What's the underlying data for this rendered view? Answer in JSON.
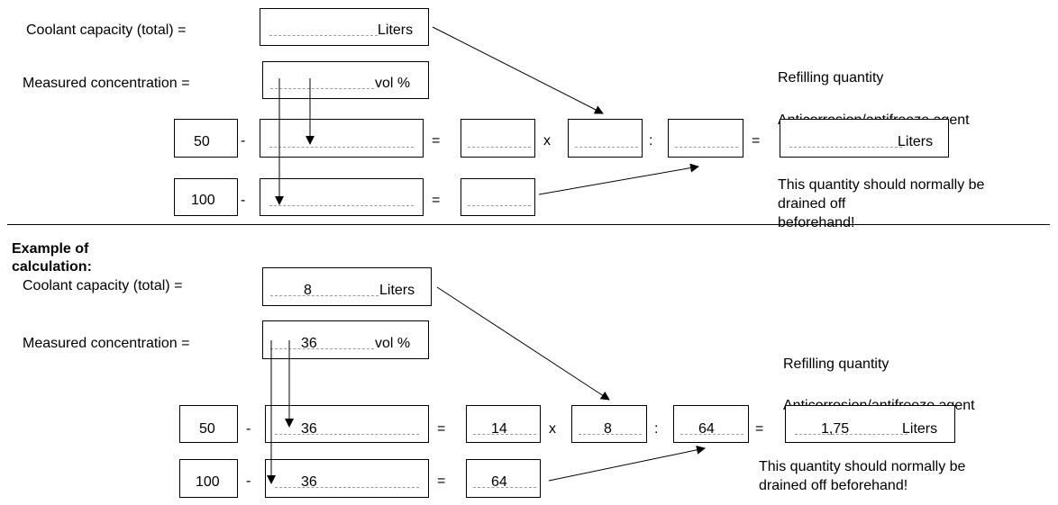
{
  "top": {
    "coolant_label": "Coolant capacity (total) =",
    "measured_label": "Measured concentration =",
    "liters_unit": "Liters",
    "vol_unit": "vol %",
    "row1_left": "50",
    "row2_left": "100",
    "minus": "-",
    "equals": "=",
    "times": "x",
    "divide": ":",
    "result_unit": "Liters",
    "refill_label": "Refilling quantity",
    "agent_label": "Anticorrosion/antifreeze agent",
    "note_line1": "This quantity should normally be",
    "note_line2": "drained off",
    "note_line3": "beforehand!"
  },
  "example": {
    "heading_line1": "Example of",
    "heading_line2": "calculation:",
    "coolant_label": "Coolant capacity (total) =",
    "measured_label": "Measured concentration =",
    "capacity_value": "8",
    "liters_unit": "Liters",
    "concentration_value": "36",
    "vol_unit": "vol %",
    "row1_left": "50",
    "row1_sub": "36",
    "row1_diff": "14",
    "row1_mult": "8",
    "row1_div": "64",
    "row1_result": "1,75",
    "row2_left": "100",
    "row2_sub": "36",
    "row2_diff": "64",
    "minus": "-",
    "equals": "=",
    "times": "x",
    "divide": ":",
    "result_unit": "Liters",
    "refill_label": "Refilling quantity",
    "agent_label": "Anticorrosion/antifreeze agent",
    "note_line1": "This quantity should normally be",
    "note_line2": "drained off beforehand!"
  }
}
